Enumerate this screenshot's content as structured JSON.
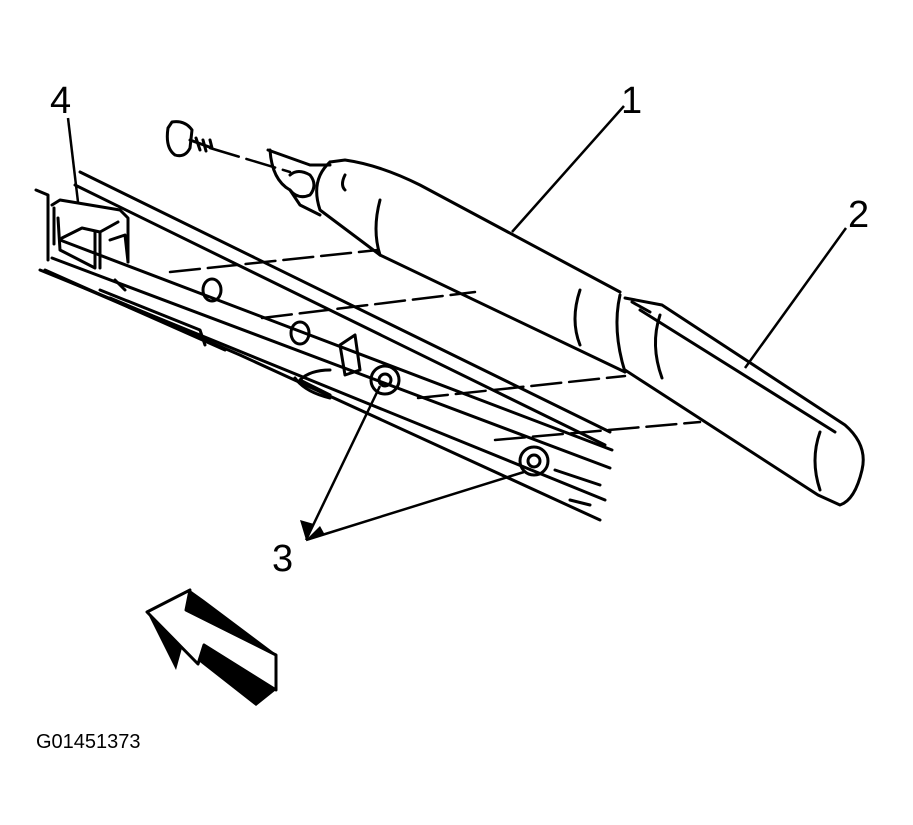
{
  "diagram": {
    "callouts": [
      {
        "id": "1",
        "label": "1"
      },
      {
        "id": "2",
        "label": "2"
      },
      {
        "id": "3",
        "label": "3"
      },
      {
        "id": "4",
        "label": "4"
      }
    ],
    "figure_id": "G01451373",
    "colors": {
      "ink": "#000000",
      "paper": "#ffffff"
    },
    "icons": {
      "direction": "front-direction-arrow-icon",
      "screw": "screw-icon",
      "nut": "nut-icon"
    }
  }
}
